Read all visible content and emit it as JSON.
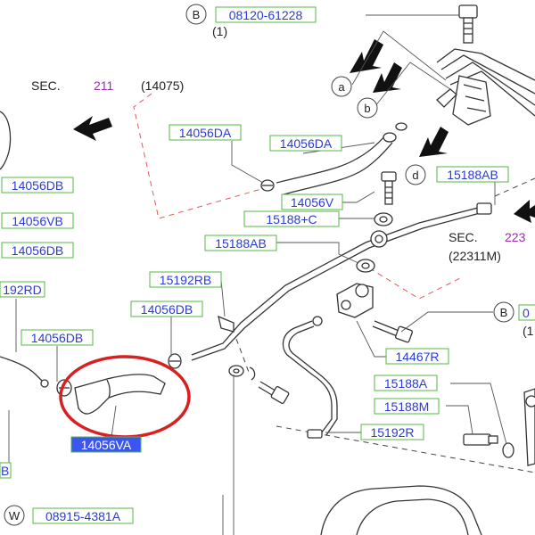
{
  "callouts": {
    "b_top_letter": "B",
    "b_top_code": "08120-61228",
    "b_top_qty": "(1)",
    "b_right_letter": "B",
    "b_right_code": "0",
    "b_right_qty": "(1",
    "w_letter": "W",
    "w_code": "08915-4381A",
    "circle_a": "a",
    "circle_b": "b",
    "circle_d": "d"
  },
  "sections": {
    "sec_left_label": "SEC.",
    "sec_left_num": "211",
    "sec_left_ref": "(14075)",
    "sec_right_label": "SEC.",
    "sec_right_num": "223",
    "sec_right_ref": "(22311M)"
  },
  "parts": {
    "p_14056DA_left": "14056DA",
    "p_14056DA_right": "14056DA",
    "p_14056DB_1": "14056DB",
    "p_14056VB": "14056VB",
    "p_14056DB_2": "14056DB",
    "p_192RD": "192RD",
    "p_14056DB_3": "14056DB",
    "p_14056DB_4": "14056DB",
    "p_14056V": "14056V",
    "p_15188C": "15188+C",
    "p_15188AB_top": "15188AB",
    "p_15188AB_mid": "15188AB",
    "p_15192RB": "15192RB",
    "p_14467R": "14467R",
    "p_15188A": "15188A",
    "p_15188M": "15188M",
    "p_15192R": "15192R",
    "p_14056VA": "14056VA",
    "p_B_edge": "B"
  }
}
